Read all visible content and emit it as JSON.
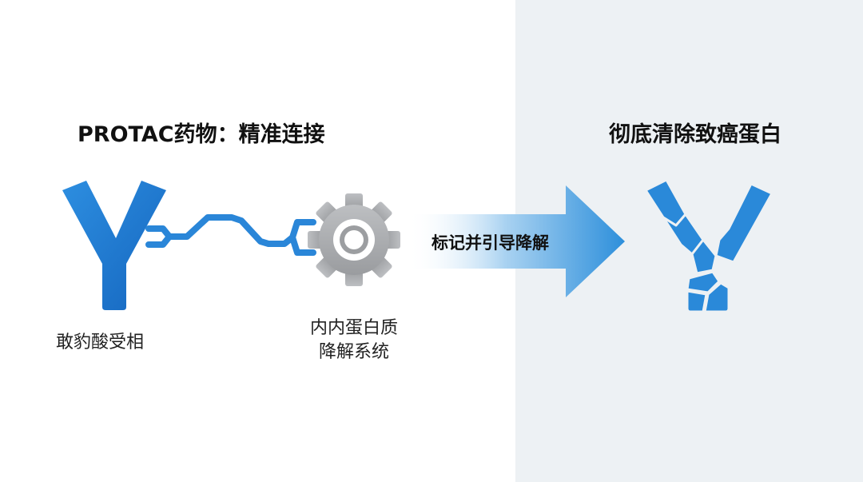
{
  "titles": {
    "left": "PROTAC药物：精准连接",
    "right": "彻底清除致癌蛋白"
  },
  "labels": {
    "receptor": "敢豹酸受相",
    "ups_line1": "内内蛋白质",
    "ups_line2": "降解系统"
  },
  "arrow": {
    "label": "标记并引导降解"
  },
  "colors": {
    "blue_dark": "#1a6fc7",
    "blue_light": "#3b9be0",
    "gear_gray": "#a9abae",
    "right_panel_bg": "#edf1f4"
  }
}
